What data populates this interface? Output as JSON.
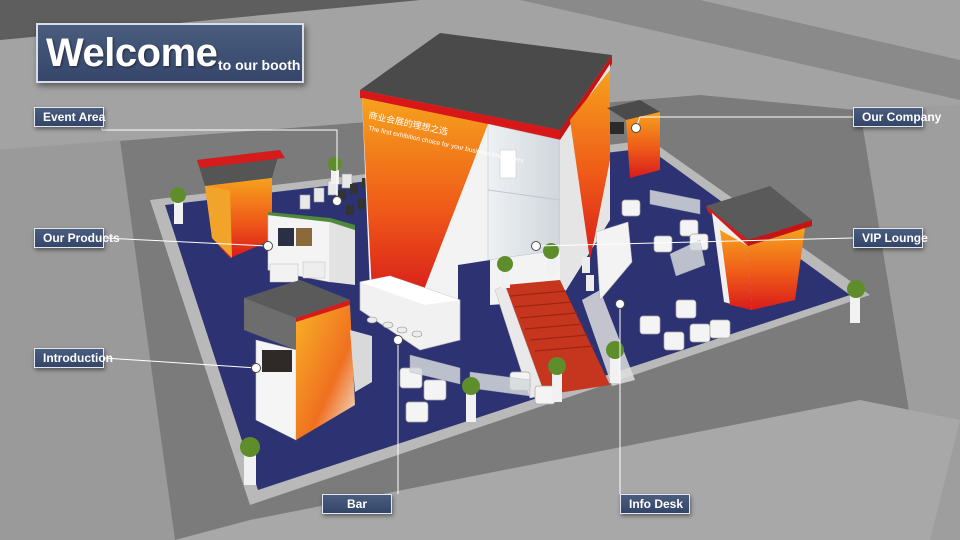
{
  "header": {
    "title": "Welcome",
    "subtitle": "to our booth"
  },
  "booth_signs": {
    "tower_chinese": "商业会展的理想之选",
    "tower_english": "The first exhibition choice for your business encounters"
  },
  "hotspots": {
    "event_area": "Event Area",
    "our_products": "Our Products",
    "introduction": "Introduction",
    "bar": "Bar",
    "info_desk": "Info Desk",
    "our_company": "Our Company",
    "vip_lounge": "VIP Lounge"
  },
  "colors": {
    "label_bg": "#3e5075",
    "label_border": "#e4e7ee",
    "carpet": "#2c3270",
    "accent_red": "#e01a1a",
    "accent_orange": "#f39a1d",
    "floor_grey": "#7a7a7a",
    "road_grey": "#a9a9a9"
  }
}
